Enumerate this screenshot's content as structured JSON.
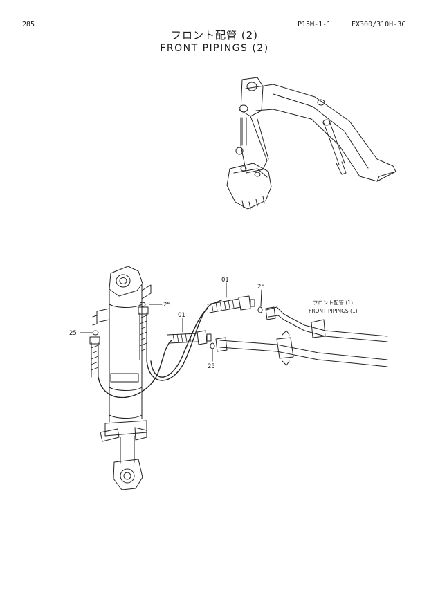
{
  "header": {
    "page_number": "285",
    "reference_code": "P15M-1-1",
    "model_code": "EX300/310H-3C"
  },
  "title": {
    "japanese": "フロント配管 (2)",
    "english": "FRONT PIPINGS (2)"
  },
  "callouts": {
    "hose_upper": "01",
    "hose_lower": "01",
    "oring_top": "25",
    "oring_mid": "25",
    "oring_left": "25",
    "oring_bottom": "25"
  },
  "cross_reference": {
    "japanese": "フロント配管 (1)",
    "english": "FRONT PIPINGS (1)"
  }
}
